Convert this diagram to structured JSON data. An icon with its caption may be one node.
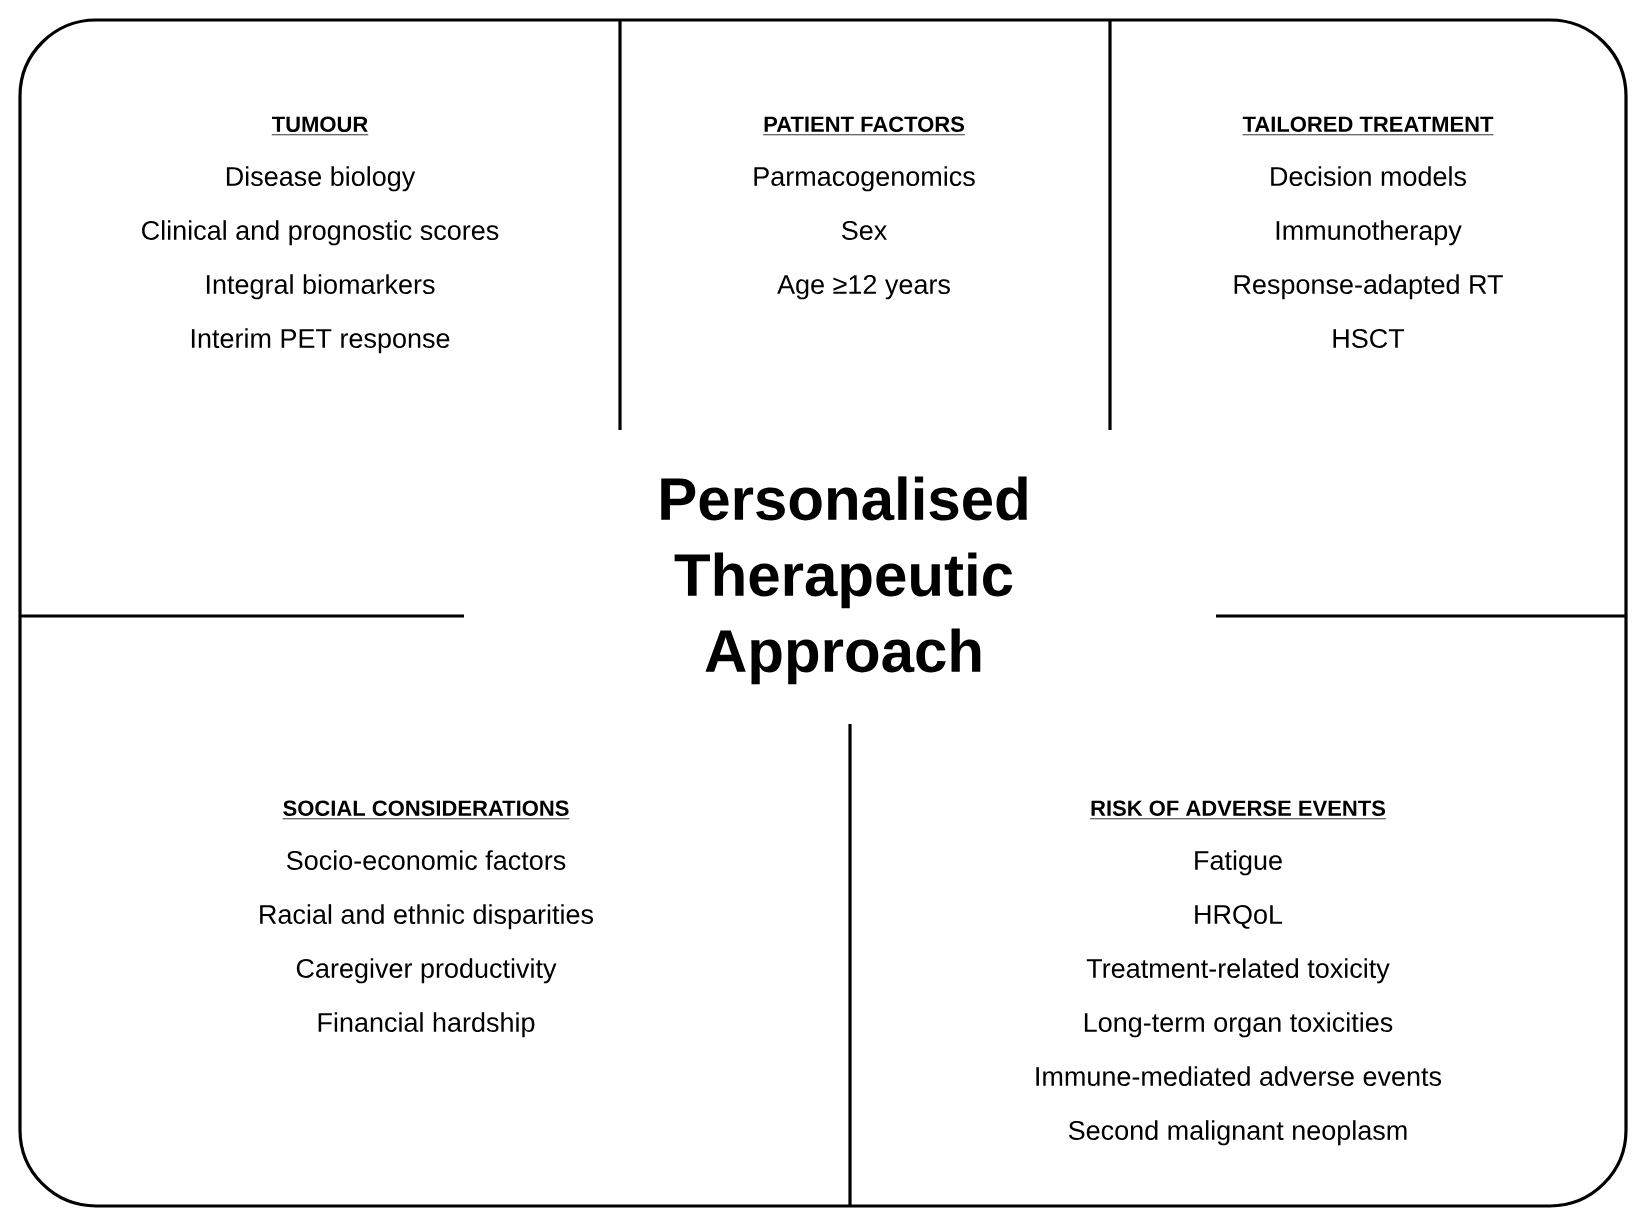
{
  "diagram": {
    "nodes": [
      {
        "text": [
          "TUMOUR",
          "Disease biology",
          "Clinical and prognostic scores",
          "Integral biomarkers",
          "Interim PET response"
        ]
      },
      {
        "text": [
          "PATIENT FACTORS",
          "Parmacogenomics",
          "Sex",
          "Age ≥12 years"
        ]
      },
      {
        "text": [
          "TAILORED TREATMENT",
          "Decision models",
          "Immunotherapy",
          "Response-adapted RT",
          "HSCT"
        ]
      },
      {
        "text": [
          "Personalised Therapeutic Approach"
        ]
      },
      {
        "text": [
          "SOCIAL CONSIDERATIONS",
          "Socio-economic factors",
          "Racial and ethnic disparities",
          "Caregiver productivity",
          "Financial hardship"
        ]
      },
      {
        "text": [
          "RISK OF ADVERSE EVENTS",
          "Fatigue",
          "HRQoL",
          "Treatment-related toxicity",
          "Long-term organ toxicities",
          "Immune-mediated adverse events",
          "Second malignant neoplasm"
        ]
      }
    ]
  }
}
